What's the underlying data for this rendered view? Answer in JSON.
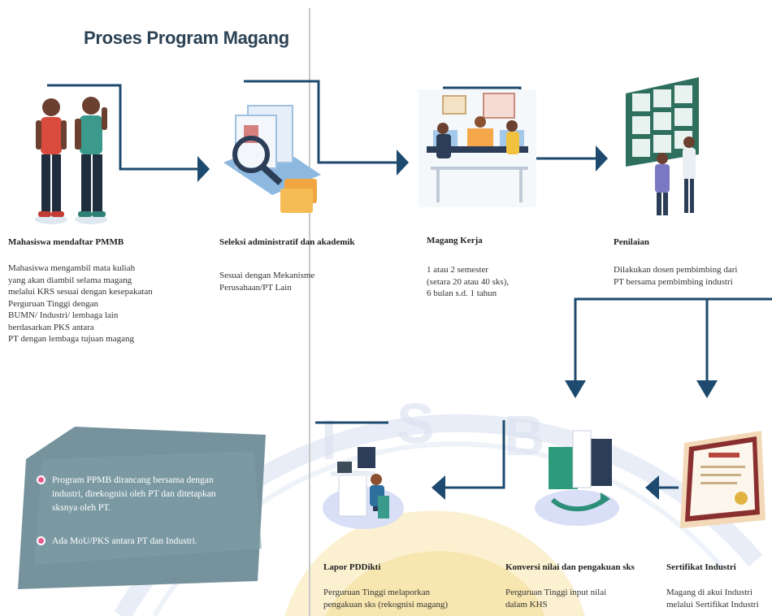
{
  "title": "Proses Program Magang",
  "colors": {
    "navy": "#1d4a6e",
    "teal": "#5aa6a3",
    "gold": "#f2c744",
    "pink": "#e95b8d"
  },
  "steps_top": [
    {
      "title": "Mahasiswa mendaftar PMMB",
      "desc": [
        "Mahasiswa mengambil mata kuliah",
        "yang akan diambil selama magang",
        "melalui KRS sesuai dengan kesepakatan",
        "Perguruan Tinggi dengan",
        "BUMN/ Industri/ lembaga lain",
        "berdasarkan PKS antara",
        "PT dengan lembaga tujuan magang"
      ]
    },
    {
      "title": "Seleksi administratif dan akademik",
      "desc": [
        "Sesuai dengan Mekanisme",
        "Perusahaan/PT Lain"
      ]
    },
    {
      "title": "Magang Kerja",
      "desc": [
        "1 atau 2 semester",
        "(setara 20 atau 40 sks),",
        "6 bulan s.d. 1 tahun"
      ]
    },
    {
      "title": "Penilaian",
      "desc": [
        "Dilakukan dosen pembimbing dari",
        "PT bersama pembimbing industri"
      ]
    }
  ],
  "steps_bottom": [
    {
      "title": "Lapor PDDikti",
      "desc": [
        "Perguruan Tinggi melaporkan",
        "pengakuan sks (rekognisi magang)"
      ]
    },
    {
      "title": "Konversi nilai dan pengakuan sks",
      "desc": [
        "Perguruan Tinggi input nilai",
        "dalam KHS"
      ]
    },
    {
      "title": "Sertifikat Industri",
      "desc": [
        "Magang di akui Industri",
        "melalui Sertifikat Industri"
      ]
    }
  ],
  "callout": {
    "bullets": [
      "Program PPMB dirancang bersama dengan industri, direkognisi oleh PT dan ditetapkan sksnya oleh PT.",
      "Ada MoU/PKS antara PT dan Industri."
    ]
  },
  "watermark": {
    "letters": [
      "I",
      "S",
      "B"
    ]
  }
}
